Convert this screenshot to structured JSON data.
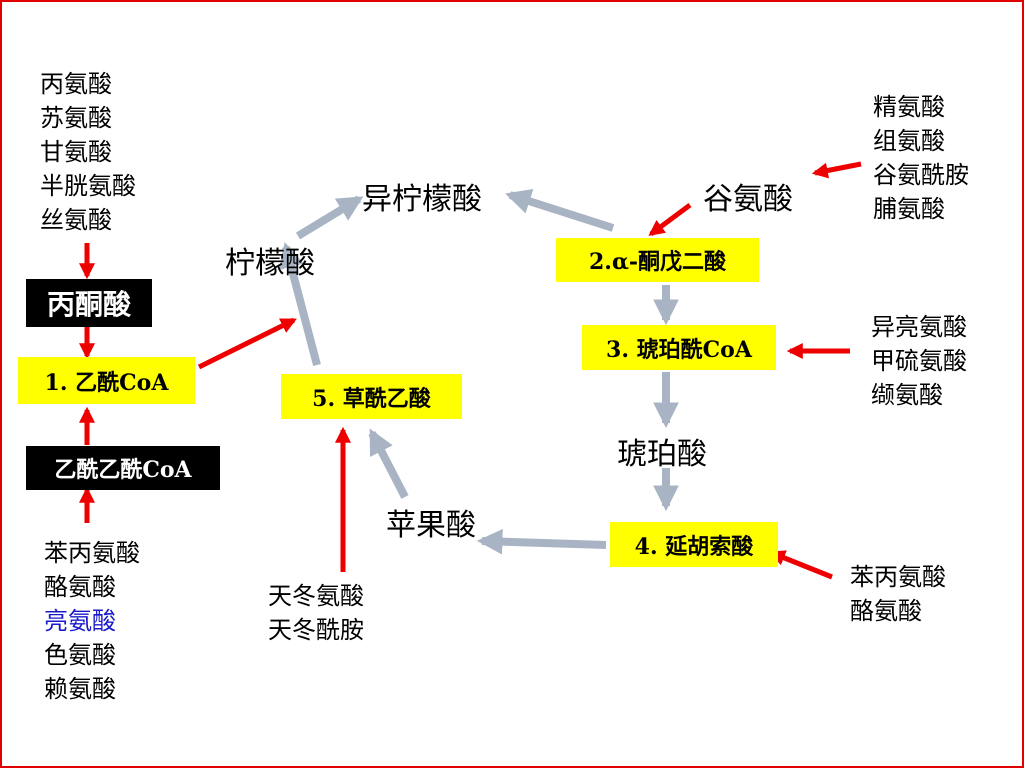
{
  "left_top_amino_acids": [
    "丙氨酸",
    "苏氨酸",
    "甘氨酸",
    "半胱氨酸",
    "丝氨酸"
  ],
  "pyruvate": "丙酮酸",
  "acetyl_coa": "1. 乙酰CoA",
  "acetoacetyl_coa": "乙酰乙酰CoA",
  "left_bottom_amino_acids": [
    {
      "text": "苯丙氨酸",
      "color": "#000000"
    },
    {
      "text": "酪氨酸",
      "color": "#000000"
    },
    {
      "text": "亮氨酸",
      "color": "#1a1acc"
    },
    {
      "text": "色氨酸",
      "color": "#000000"
    },
    {
      "text": "赖氨酸",
      "color": "#000000"
    }
  ],
  "citrate": "柠檬酸",
  "isocitrate": "异柠檬酸",
  "glutamate": "谷氨酸",
  "right_top_amino_acids": [
    "精氨酸",
    "组氨酸",
    "谷氨酰胺",
    "脯氨酸"
  ],
  "alpha_ketoglutarate": "2.α-酮戊二酸",
  "succinyl_coa": "3. 琥珀酰CoA",
  "right_mid_amino_acids": [
    "异亮氨酸",
    "甲硫氨酸",
    "缬氨酸"
  ],
  "succinate": "琥珀酸",
  "fumarate": "4. 延胡索酸",
  "right_bottom_amino_acids": [
    "苯丙氨酸",
    "酪氨酸"
  ],
  "malate": "苹果酸",
  "oxaloacetate": "5. 草酰乙酸",
  "bottom_mid_amino_acids": [
    "天冬氨酸",
    "天冬酰胺"
  ],
  "colors": {
    "red_arrow": "#ee0000",
    "gray_arrow": "#a8b4c4",
    "highlight": "#ffff00",
    "frame": "#e00000"
  }
}
